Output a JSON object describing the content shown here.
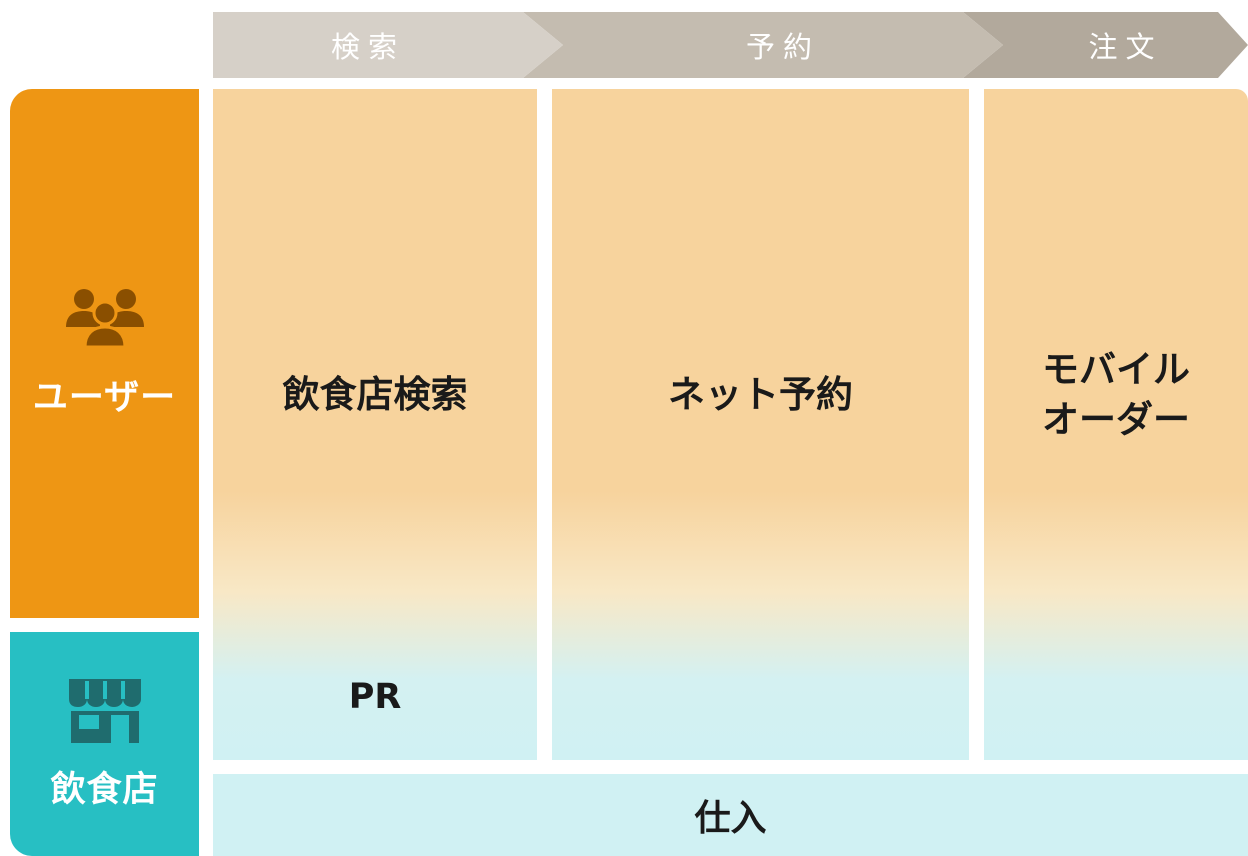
{
  "steps": [
    {
      "label": "検索"
    },
    {
      "label": "予約"
    },
    {
      "label": "注文"
    }
  ],
  "sides": {
    "user": {
      "label": "ユーザー",
      "icon": "users-icon"
    },
    "store": {
      "label": "飲食店",
      "icon": "store-icon"
    }
  },
  "columns": [
    {
      "title": "飲食店検索",
      "sub": "PR"
    },
    {
      "title": "ネット予約",
      "sub": ""
    },
    {
      "title": "モバイル\nオーダー",
      "sub": ""
    }
  ],
  "bottom": {
    "label": "仕入"
  },
  "colors": {
    "user": "#ee9614",
    "store": "#27bfc3",
    "column_top": "#f7d39d",
    "column_bottom": "#d0f1f3",
    "icon_user": "#8a4f00",
    "icon_store": "#1f6c6e"
  }
}
